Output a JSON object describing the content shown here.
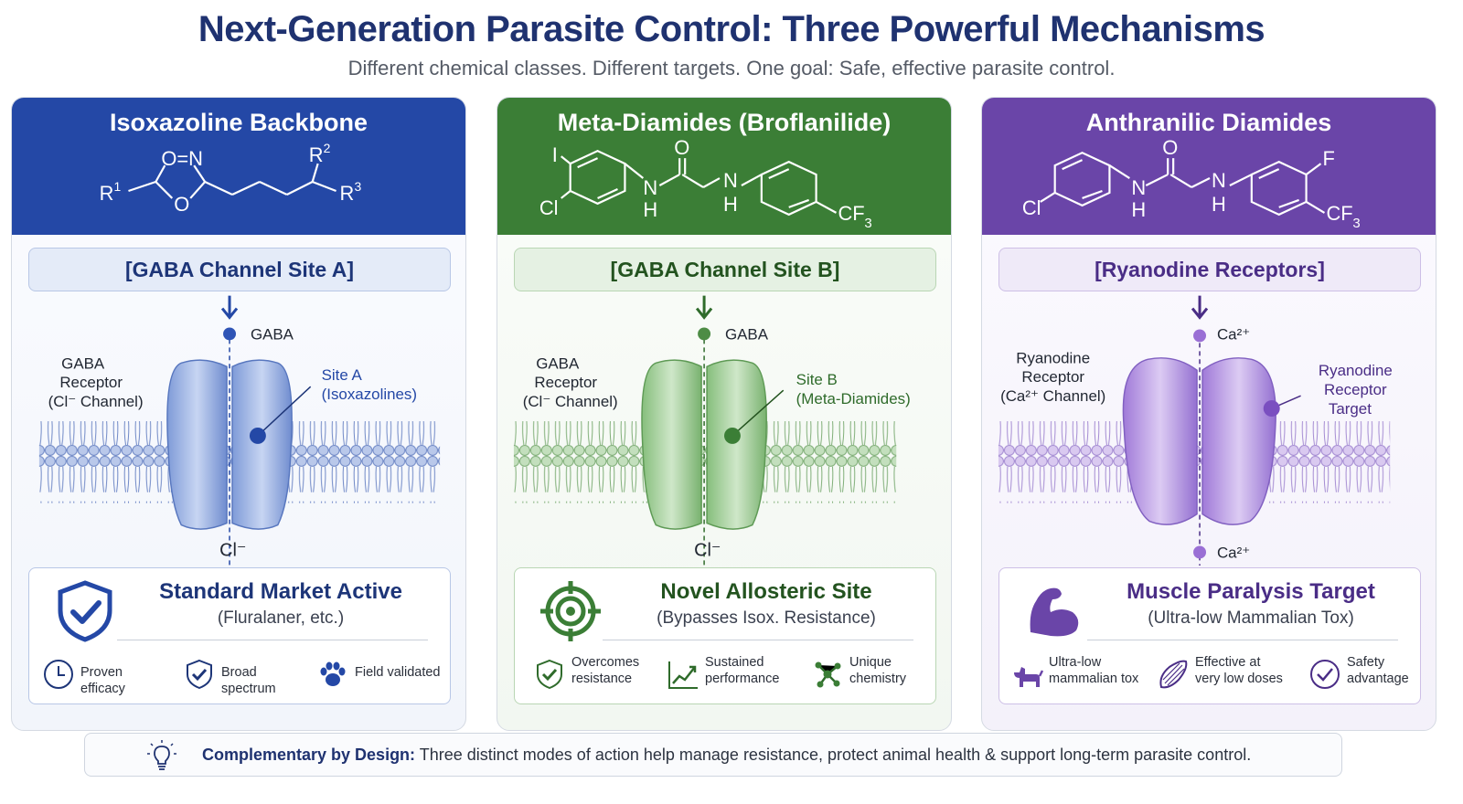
{
  "header": {
    "title": "Next-Generation Parasite Control: Three Powerful Mechanisms",
    "subtitle": "Different chemical classes. Different targets. One goal: Safe, effective parasite control."
  },
  "colors": {
    "blue": "#2448a6",
    "green": "#3b7e36",
    "purple": "#6a45a8"
  },
  "panels": [
    {
      "title": "Isoxazoline Backbone",
      "structure": {
        "r1": "R",
        "r1_sup": "1",
        "r2": "R",
        "r2_sup": "2",
        "r3": "R",
        "r3_sup": "3",
        "ring_top": "O=N",
        "ring_bottom": "O"
      },
      "site": "[GABA Channel Site A]",
      "diagram": {
        "ligand": "GABA",
        "receptor_lines": [
          "GABA",
          "Receptor",
          "(Cl⁻ Channel)"
        ],
        "site_label": "Site A",
        "site_sub": "(Isoxazolines)",
        "ion_out": "Cl⁻"
      },
      "benefit": {
        "title": "Standard Market Active",
        "sub": "(Fluralaner, etc.)",
        "icon": "shield-check-icon"
      },
      "features": [
        {
          "icon": "clock-icon",
          "text": "Proven efficacy"
        },
        {
          "icon": "shield-icon",
          "text": "Broad spectrum"
        },
        {
          "icon": "paw-icon",
          "text": "Field validated"
        }
      ]
    },
    {
      "title": "Meta-Diamides (Broflanilide)",
      "structure": {
        "top_left": "I",
        "left": "Cl",
        "o": "O",
        "nh1": "N",
        "h1": "H",
        "nh2": "N",
        "h2": "H",
        "cf3": "CF",
        "cf3_sub": "3"
      },
      "site": "[GABA Channel Site B]",
      "diagram": {
        "ligand": "GABA",
        "receptor_lines": [
          "GABA",
          "Receptor",
          "(Cl⁻ Channel)"
        ],
        "site_label": "Site B",
        "site_sub": "(Meta-Diamides)",
        "ion_out": "Cl⁻"
      },
      "benefit": {
        "title": "Novel Allosteric Site",
        "sub": "(Bypasses Isox. Resistance)",
        "icon": "target-icon"
      },
      "features": [
        {
          "icon": "shield-check-icon",
          "line1": "Overcomes",
          "line2": "resistance"
        },
        {
          "icon": "trend-chart-icon",
          "line1": "Sustained",
          "line2": "performance"
        },
        {
          "icon": "molecule-icon",
          "line1": "Unique",
          "line2": "chemistry"
        }
      ]
    },
    {
      "title": "Anthranilic Diamides",
      "structure": {
        "left": "Cl",
        "o": "O",
        "nh1": "N",
        "h1": "H",
        "nh2": "N",
        "h2": "H",
        "f": "F",
        "cf3": "CF",
        "cf3_sub": "3"
      },
      "site": "[Ryanodine Receptors]",
      "diagram": {
        "ligand": "Ca²⁺",
        "receptor_lines": [
          "Ryanodine",
          "Receptor",
          "(Ca²⁺ Channel)"
        ],
        "site_lines": [
          "Ryanodine",
          "Receptor",
          "Target"
        ],
        "ion_out": "Ca²⁺"
      },
      "benefit": {
        "title": "Muscle Paralysis Target",
        "sub": "(Ultra-low Mammalian Tox)",
        "icon": "muscle-arm-icon"
      },
      "features": [
        {
          "icon": "dog-icon",
          "line1": "Ultra-low",
          "line2": "mammalian tox"
        },
        {
          "icon": "muscle-fiber-icon",
          "line1": "Effective at",
          "line2": "very low doses"
        },
        {
          "icon": "check-circle-icon",
          "line1": "Safety",
          "line2": "advantage"
        }
      ]
    }
  ],
  "footer": {
    "icon": "lightbulb-icon",
    "strong": "Complementary by Design:",
    "text": " Three distinct modes of action help manage resistance, protect animal health & support long-term parasite control."
  }
}
